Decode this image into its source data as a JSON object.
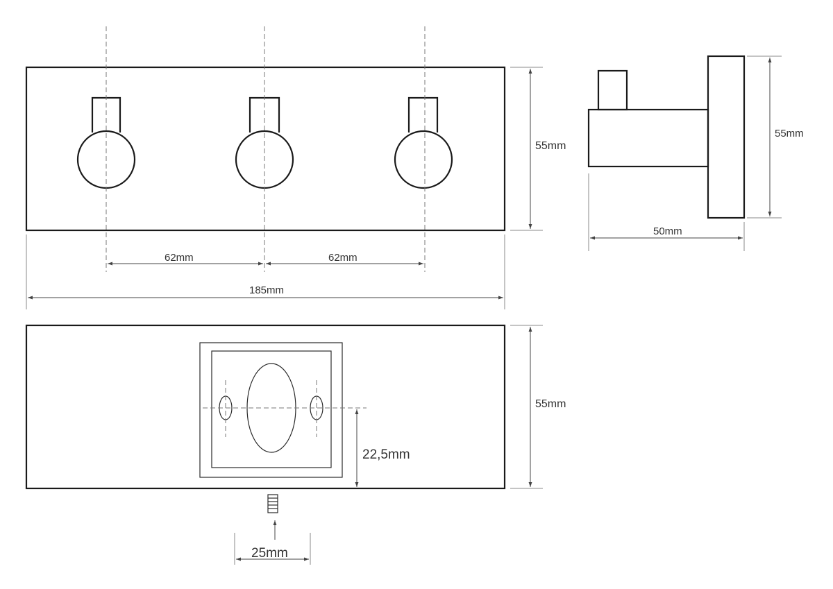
{
  "dimensions": {
    "front_height": "55mm",
    "hook_spacing_left": "62mm",
    "hook_spacing_right": "62mm",
    "total_width": "185mm",
    "side_height": "55mm",
    "side_depth": "50mm",
    "back_height": "55mm",
    "mount_offset": "22,5mm",
    "screw_spacing": "25mm"
  }
}
